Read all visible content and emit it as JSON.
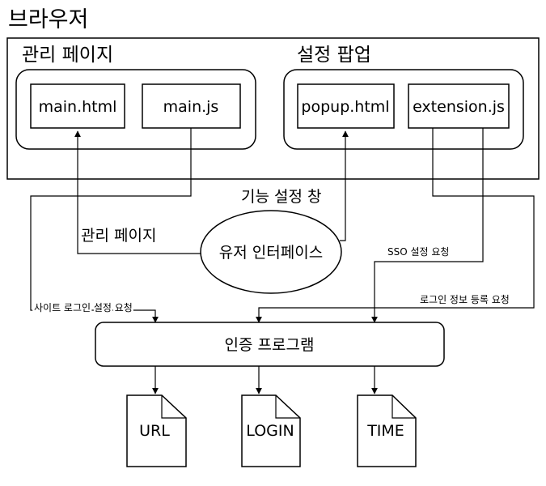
{
  "browser": {
    "title": "브라우저",
    "admin_group": {
      "title": "관리 페이지",
      "files": [
        "main.html",
        "main.js"
      ]
    },
    "popup_group": {
      "title": "설정 팝업",
      "files": [
        "popup.html",
        "extension.js"
      ]
    }
  },
  "ui": {
    "label": "유저 인터페이스",
    "top_label": "기능 설정 창",
    "left_label": "관리 페이지"
  },
  "auth": {
    "label": "인증 프로그램"
  },
  "requests": {
    "site_login_setting": "사이트 로그인 설정 요청",
    "sso_setting": "SSO 설정 요청",
    "login_info_register": "로그인 정보 등록 요청"
  },
  "outputs": [
    "URL",
    "LOGIN",
    "TIME"
  ]
}
